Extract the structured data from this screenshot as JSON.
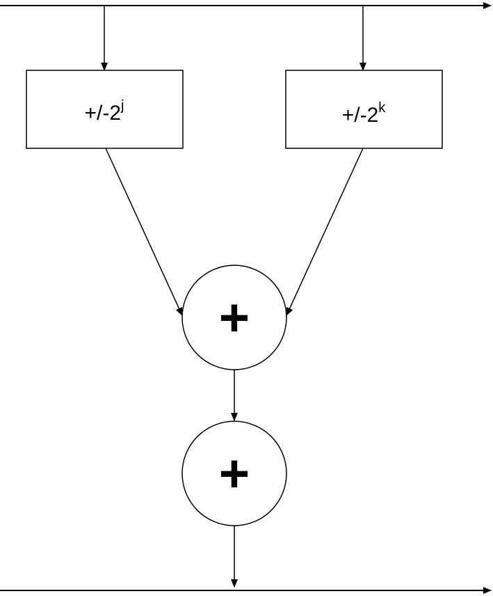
{
  "colors": {
    "stroke": "#000000",
    "box_fill": "#ffffff",
    "background": "#ffffff"
  },
  "boxes": {
    "left": {
      "base": "+/-2",
      "exponent": "j"
    },
    "right": {
      "base": "+/-2",
      "exponent": "k"
    }
  },
  "adders": {
    "upper": {
      "symbol": "+"
    },
    "lower": {
      "symbol": "+"
    }
  }
}
